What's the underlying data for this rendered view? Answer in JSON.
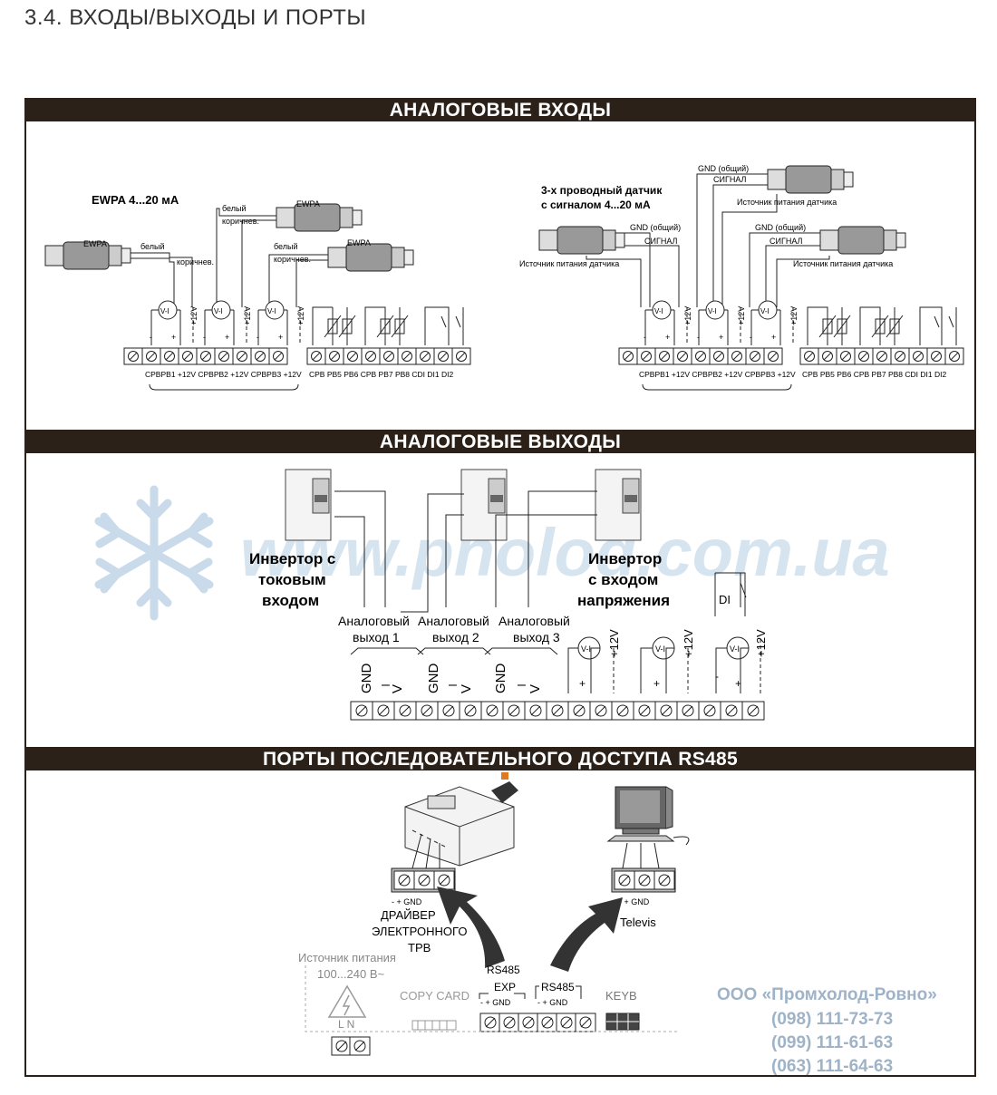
{
  "page": {
    "title": "3.4.  ВХОДЫ/ВЫХОДЫ И ПОРТЫ"
  },
  "sections": {
    "analog_inputs": "АНАЛОГОВЫЕ ВХОДЫ",
    "analog_outputs": "АНАЛОГОВЫЕ ВЫХОДЫ",
    "rs485": "ПОРТЫ ПОСЛЕДОВАТЕЛЬНОГО ДОСТУПА RS485"
  },
  "inputs_left": {
    "heading": "EWPA 4...20 мА",
    "sensor": "EWPA",
    "wire_white": "белый",
    "wire_brown": "коричнев.",
    "vi": "V-I",
    "plus12": "+12V",
    "minus": "-",
    "plus": "+",
    "terminals1": "CPBPB1 +12V CPBPB2 +12V CPBPB3 +12V",
    "terminals2": "CPB PB5 PB6 CPB PB7  PB8 CDI  DI1  DI2"
  },
  "inputs_right": {
    "heading_line1": "3-х проводный датчик",
    "heading_line2": "с сигналом  4...20 мА",
    "gnd": "GND (общий)",
    "signal": "СИГНАЛ",
    "supply": "Источник питания датчика"
  },
  "outputs": {
    "inverter_current": [
      "Инвертор с",
      "токовым",
      "входом"
    ],
    "inverter_voltage": [
      "Инвертор",
      "с входом",
      "напряжения"
    ],
    "out_prefix": "Аналоговый",
    "out1": "выход 1",
    "out2": "выход 2",
    "out3": "выход 3",
    "gnd": "GND",
    "dash": "–",
    "v": "V",
    "di": "DI"
  },
  "rs485": {
    "driver": [
      "ДРАЙВЕР",
      "ЭЛЕКТРОННОГО",
      "ТРВ"
    ],
    "televis": "Televis",
    "pins": "-  + GND",
    "rs485_label": "RS485",
    "exp": "EXP",
    "rs485_2": "RS485",
    "copy_card": "COPY CARD",
    "keyb": "KEYB",
    "supply_line1": "Источник питания",
    "supply_line2": "100...240 В~",
    "ln": "L  N"
  },
  "company": {
    "name": "ООО «Промхолод-Ровно»",
    "phones": [
      "(098) 111-73-73",
      "(099) 111-61-63",
      "(063) 111-64-63"
    ]
  },
  "watermark": "www.pholod.com.ua",
  "colors": {
    "bar": "#2b2119",
    "company": "#9fb3c8",
    "watermark": "#c9dbea"
  }
}
